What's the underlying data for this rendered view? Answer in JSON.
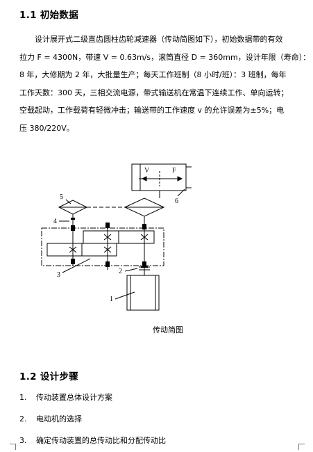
{
  "section1": {
    "title": "1.1 初始数据"
  },
  "intro": {
    "lines": [
      "设计展开式二级直齿圆柱齿轮减速器（传动简图如下），初始数据带的有效",
      "拉力 F = 4300N，带速 V = 0.63m/s，滚筒直径 D = 360mm，设计年限（寿命）：",
      "8 年，大修期为 2 年，大批量生产；每天工作班制（8 小时/班）：3 班制，每年",
      "工作天数：300 天，三相交流电源，带式输送机在常温下连续工作、单向运转；",
      "空载起动，工作载荷有轻微冲击；输送带的工作速度 v 的允许误差为±5%；电",
      "压 380/220V。"
    ]
  },
  "diagram": {
    "labels": {
      "n1": "1",
      "n2": "2",
      "n3": "3",
      "n4": "4",
      "n5": "5",
      "n6": "6",
      "v": "V",
      "f": "F"
    },
    "caption": "传动简图"
  },
  "section2": {
    "title": "1.2 设计步骤"
  },
  "steps": [
    {
      "num": "1.",
      "text": "传动装置总体设计方案"
    },
    {
      "num": "2.",
      "text": "电动机的选择"
    },
    {
      "num": "3.",
      "text": "确定传动装置的总传动比和分配传动比"
    }
  ]
}
